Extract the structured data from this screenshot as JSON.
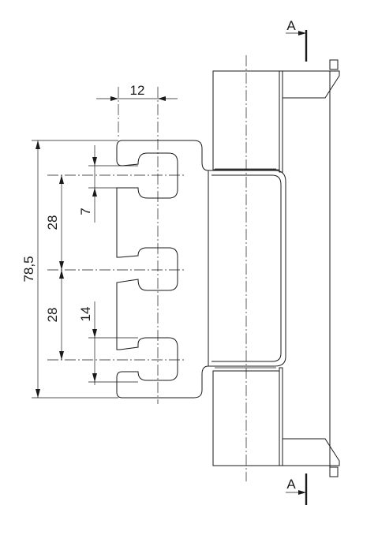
{
  "drawing": {
    "dimensions": {
      "width_top": "12",
      "overall_height": "78,5",
      "pitch_upper": "28",
      "pitch_lower": "28",
      "slot_small": "7",
      "slot_large": "14"
    },
    "section_marks": {
      "top": "A",
      "bottom": "A"
    }
  },
  "colors": {
    "line": "#1a1a1a",
    "background": "#ffffff"
  }
}
